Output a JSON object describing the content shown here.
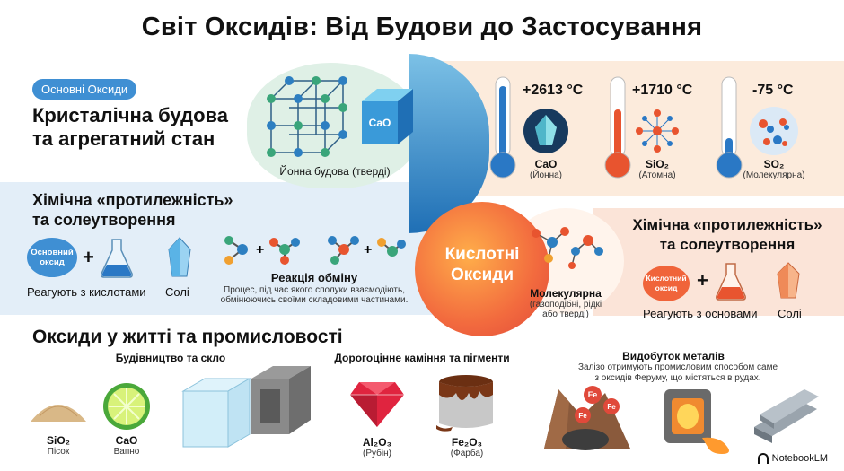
{
  "title": "Світ Оксидів: Від Будови до Застосування",
  "basic": {
    "badge": "Основні Оксиди",
    "heading_line1": "Кристалічна будова",
    "heading_line2": "та агрегатний стан",
    "cube_label": "CaO",
    "ionic_caption": "Йонна будова (тверді)"
  },
  "temps": [
    {
      "value": "+2613 °C",
      "formula": "CaO",
      "type": "(Йонна)",
      "color": "#2a78c5"
    },
    {
      "value": "+1710 °C",
      "formula": "SiO₂",
      "type": "(Атомна)",
      "color": "#e8542f"
    },
    {
      "value": "-75 °C",
      "formula": "SO₂",
      "type": "(Молекулярна)",
      "color": "#2a78c5"
    }
  ],
  "basic_chem": {
    "heading_line1": "Хімічна «протилежність»",
    "heading_line2": "та солеутворення",
    "oxide_badge_line1": "Основний",
    "oxide_badge_line2": "оксид",
    "reacts": "Реагують з кислотами",
    "salts": "Солі",
    "reaction_title": "Реакція обміну",
    "reaction_desc_line1": "Процес, під час якого сполуки взаємодіють,",
    "reaction_desc_line2": "обмінюючись своїми складовими частинами."
  },
  "acid": {
    "center_line1": "Кислотні",
    "center_line2": "Оксиди",
    "molecular_title": "Молекулярна",
    "molecular_sub_line1": "(газоподібні, рідкі",
    "molecular_sub_line2": "або тверді)",
    "heading_line1": "Хімічна «протилежність»",
    "heading_line2": "та солеутворення",
    "oxide_badge_line1": "Кислотний",
    "oxide_badge_line2": "оксид",
    "reacts": "Реагують з основами",
    "salts": "Солі"
  },
  "life": {
    "heading": "Оксиди у житті та промисловості",
    "construction": {
      "title": "Будівництво та скло",
      "items": [
        {
          "formula": "SiO₂",
          "name": "Пісок"
        },
        {
          "formula": "CaO",
          "name": "Вапно"
        }
      ]
    },
    "gems": {
      "title": "Дорогоцінне каміння та пігменти",
      "items": [
        {
          "formula": "Al₂O₃",
          "name": "(Рубін)"
        },
        {
          "formula": "Fe₂O₃",
          "name": "(Фарба)"
        }
      ]
    },
    "metals": {
      "title": "Видобуток металів",
      "desc_line1": "Залізо отримують промисловим способом саме",
      "desc_line2": "з оксидів Феруму, що містяться в рудах.",
      "fe_label": "Fe"
    }
  },
  "footer": {
    "brand": "NotebookLM"
  },
  "colors": {
    "blue": "#2a78c5",
    "orange": "#f26a3e",
    "badge": "#3f8fd3",
    "acid_badge": "#f0643a"
  }
}
